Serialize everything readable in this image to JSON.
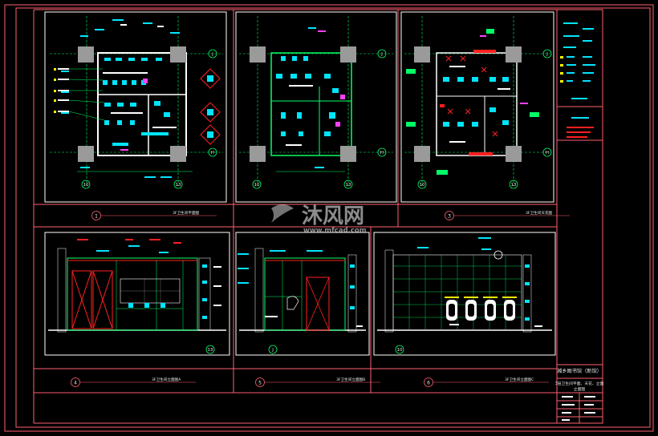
{
  "drawing": {
    "title_block": {
      "project_name": "湘乡图书馆（新馆）",
      "sheet_title_line1": "3层卫生间平面、天花、立面",
      "sheet_title_line2": "立面图"
    },
    "panels": {
      "plan_1": {
        "number": "1",
        "caption": "3F卫生间平面图"
      },
      "plan_3": {
        "number": "3",
        "caption": "3F卫生间天花图"
      },
      "elev_4": {
        "number": "4",
        "caption": "3F卫生间立面图A"
      },
      "elev_5": {
        "number": "5",
        "caption": "3F卫生间立面图B"
      },
      "elev_6": {
        "number": "6",
        "caption": "3F卫生间立面图C"
      }
    },
    "grid_bubbles": {
      "plan_a": [
        "10",
        "13",
        "J",
        "H"
      ],
      "plan_b": [
        "10",
        "13",
        "J",
        "H"
      ],
      "plan_c": [
        "10",
        "13",
        "J",
        "H"
      ],
      "elev": [
        "13",
        "J",
        "10"
      ]
    },
    "watermark": {
      "brand": "沐风网",
      "url": "www.mfcad.com"
    },
    "colors": {
      "frame": "#ff6070",
      "wall": "#ffffff",
      "cyan": "#00e5ff",
      "green": "#00ff66",
      "magenta": "#ff40ff",
      "yellow": "#ffff00",
      "red": "#ff2020",
      "column": "#9a9a9a"
    }
  }
}
